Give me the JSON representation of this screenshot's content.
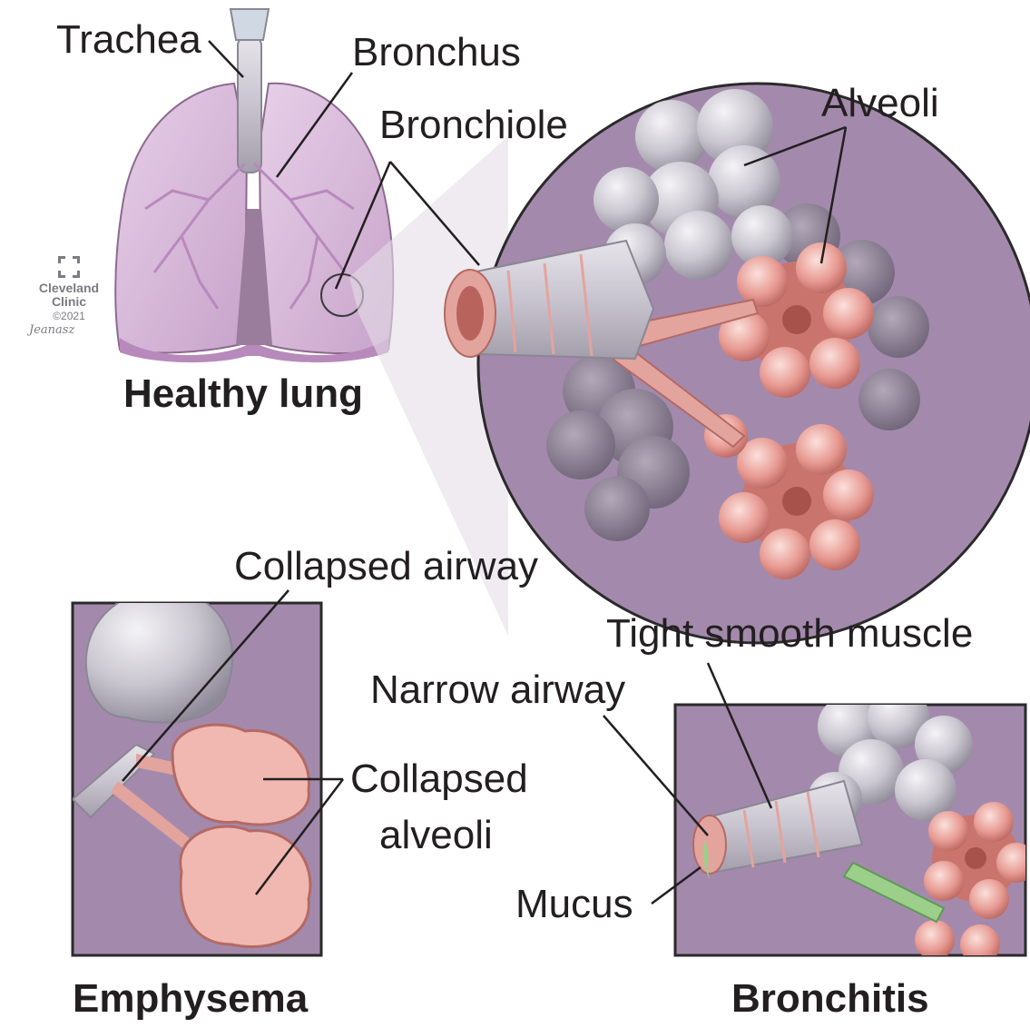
{
  "labels": {
    "trachea": "Trachea",
    "bronchus": "Bronchus",
    "bronchiole": "Bronchiole",
    "alveoli": "Alveoli",
    "collapsed_airway": "Collapsed airway",
    "collapsed_alveoli_line1": "Collapsed",
    "collapsed_alveoli_line2": "alveoli",
    "tight_smooth_muscle": "Tight smooth muscle",
    "narrow_airway": "Narrow airway",
    "mucus": "Mucus"
  },
  "headings": {
    "healthy_lung": "Healthy lung",
    "emphysema": "Emphysema",
    "bronchitis": "Bronchitis"
  },
  "logo": {
    "brand_line1": "Cleveland",
    "brand_line2": "Clinic",
    "copyright": "©2021",
    "signature": "Jeanasz"
  },
  "colors": {
    "background_panel": "#a38aac",
    "lung_tissue": "#d6b4d9",
    "alveoli_healthy": "#e79a92",
    "alveoli_gray": "#c9c6cf",
    "mucus": "#9ccf8a",
    "text": "#231f20"
  }
}
